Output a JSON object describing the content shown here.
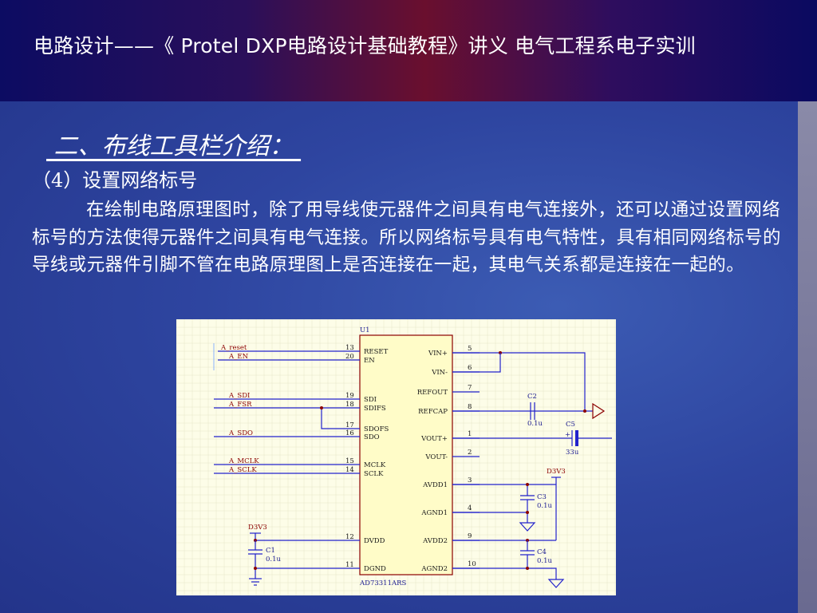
{
  "header": {
    "title": "电路设计——《 Protel DXP电路设计基础教程》讲义    电气工程系电子实训"
  },
  "section": {
    "heading": " 二、布线工具栏介绍： ",
    "subheading": "（4）设置网络标号",
    "paragraph": "在绘制电路原理图时，除了用导线使元器件之间具有电气连接外，还可以通过设置网络标号的方法使得元器件之间具有电气连接。所以网络标号具有电气特性，具有相同网络标号的导线或元器件引脚不管在电路原理图上是否连接在一起，其电气关系都是连接在一起的。"
  },
  "schematic": {
    "chip_ref": "U1",
    "chip_part": "AD73311ARS",
    "left_pins": [
      {
        "num": "13",
        "name": "RESET"
      },
      {
        "num": "20",
        "name": "EN"
      },
      {
        "num": "19",
        "name": "SDI"
      },
      {
        "num": "18",
        "name": "SDIFS"
      },
      {
        "num": "17",
        "name": "SDOFS"
      },
      {
        "num": "16",
        "name": "SDO"
      },
      {
        "num": "15",
        "name": "MCLK"
      },
      {
        "num": "14",
        "name": "SCLK"
      },
      {
        "num": "12",
        "name": "DVDD"
      },
      {
        "num": "11",
        "name": "DGND"
      }
    ],
    "right_pins": [
      {
        "num": "5",
        "name": "VIN+"
      },
      {
        "num": "6",
        "name": "VIN-"
      },
      {
        "num": "7",
        "name": "REFOUT"
      },
      {
        "num": "8",
        "name": "REFCAP"
      },
      {
        "num": "1",
        "name": "VOUT+"
      },
      {
        "num": "2",
        "name": "VOUT-"
      },
      {
        "num": "3",
        "name": "AVDD1"
      },
      {
        "num": "4",
        "name": "AGND1"
      },
      {
        "num": "9",
        "name": "AVDD2"
      },
      {
        "num": "10",
        "name": "AGND2"
      }
    ],
    "net_labels": [
      "A_reset",
      "A_EN",
      "A_SDI",
      "A_FSR",
      "A_SDO",
      "A_MCLK",
      "A_SCLK"
    ],
    "power_labels": {
      "analog": "D3V3",
      "digital": "D3V3"
    },
    "capacitors": [
      {
        "ref": "C2",
        "value": "0.1u"
      },
      {
        "ref": "C5",
        "value": "33u"
      },
      {
        "ref": "C3",
        "value": "0.1u"
      },
      {
        "ref": "C4",
        "value": "0.1u"
      },
      {
        "ref": "C1",
        "value": "0.1u"
      }
    ],
    "polarity_mark": "+"
  }
}
